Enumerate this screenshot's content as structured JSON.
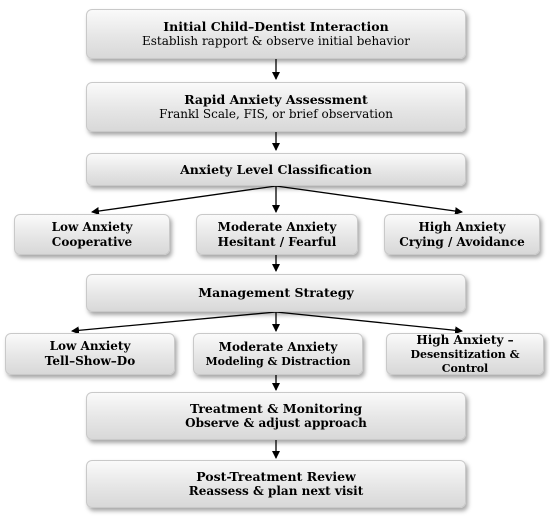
{
  "nodes": {
    "initial": {
      "title": "Initial Child–Dentist Interaction",
      "subtitle": "Establish rapport & observe initial behavior"
    },
    "rapid": {
      "title": "Rapid Anxiety Assessment",
      "subtitle": "Frankl Scale, FIS, or brief observation"
    },
    "classification": {
      "title": "Anxiety Level Classification"
    },
    "low": {
      "title": "Low Anxiety",
      "subtitle": "Cooperative"
    },
    "moderate": {
      "title": "Moderate Anxiety",
      "subtitle": "Hesitant / Fearful"
    },
    "high": {
      "title": "High Anxiety",
      "subtitle": "Crying / Avoidance"
    },
    "strategy": {
      "title": "Management Strategy"
    },
    "low_mgmt": {
      "title": "Low Anxiety",
      "subtitle": "Tell–Show–Do"
    },
    "moderate_mgmt": {
      "title": "Moderate Anxiety",
      "subtitle": "Modeling & Distraction"
    },
    "high_mgmt": {
      "title": "High Anxiety –",
      "subtitle": "Desensitization & Control"
    },
    "treatment": {
      "title": "Treatment & Monitoring",
      "subtitle": "Observe & adjust approach"
    },
    "review": {
      "title": "Post-Treatment Review",
      "subtitle": "Reassess & plan next visit"
    }
  }
}
